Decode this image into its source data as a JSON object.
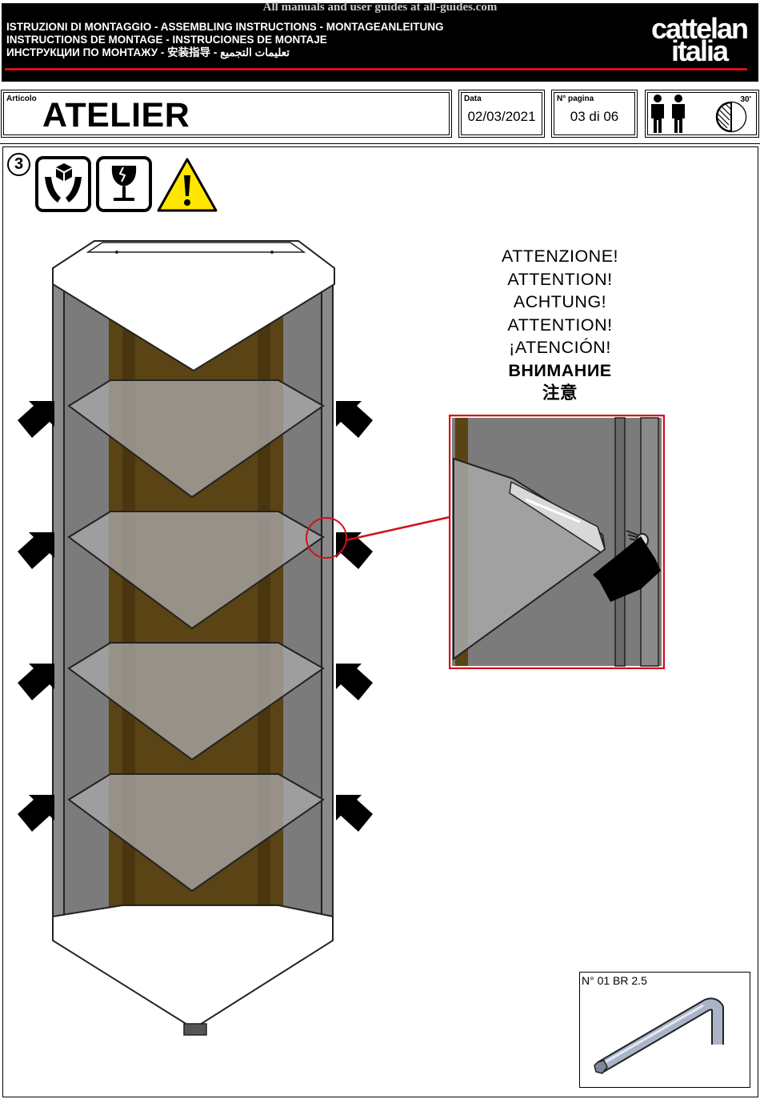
{
  "watermark": "All manuals and user guides at all-guides.com",
  "header": {
    "line1": "ISTRUZIONI DI MONTAGGIO  - ASSEMBLING INSTRUCTIONS - MONTAGEANLEITUNG",
    "line2": "INSTRUCTIONS DE MONTAGE - INSTRUCIONES DE MONTAJE",
    "line3": "ИНСТРУКЦИИ ПО МОНТАЖУ - 安装指导 - تعليمات التجميع",
    "logo_line1": "cattelan",
    "logo_line2": "italia"
  },
  "info": {
    "articolo_label": "Articolo",
    "articolo_value": "ATELIER",
    "data_label": "Data",
    "data_value": "02/03/2021",
    "pagina_label": "N° pagina",
    "pagina_value": "03 di 06",
    "time_label": "30'"
  },
  "step_number": "3",
  "attention": [
    "ATTENZIONE!",
    "ATTENTION!",
    "ACHTUNG!",
    "ATTENTION!",
    "¡ATENCIÓN!",
    "ВНИМАНИЕ",
    "注意"
  ],
  "tool_label": "N° 01 BR 2.5",
  "colors": {
    "red": "#d3101c",
    "wood": "#5a4315",
    "panel": "#7b7b7b",
    "glass": "#a8a8a8",
    "warning": "#ffe600"
  }
}
